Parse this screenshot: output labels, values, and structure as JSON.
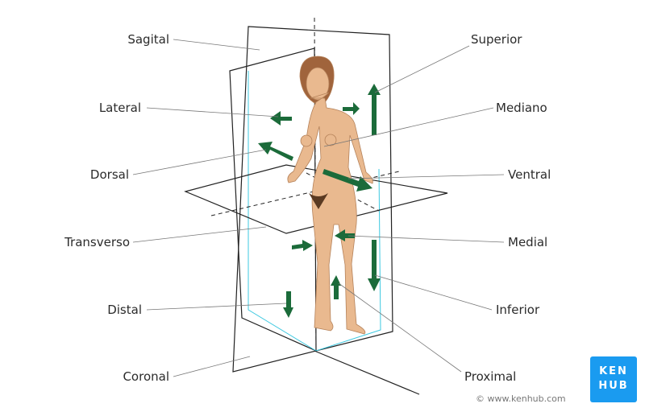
{
  "labels_left": [
    "Sagital",
    "Lateral",
    "Dorsal",
    "Transverso",
    "Distal",
    "Coronal"
  ],
  "labels_right": [
    "Superior",
    "Mediano",
    "Ventral",
    "Medial",
    "Inferior",
    "Proximal"
  ],
  "logo": {
    "line1": "KEN",
    "line2": "HUB"
  },
  "copyright": "© www.kenhub.com",
  "colors": {
    "arrow": "#1b6b3a",
    "plane": "#222222",
    "plane_inner": "#3cc8e0",
    "logo": "#1a9bf0",
    "skin": "#e9b98f"
  }
}
